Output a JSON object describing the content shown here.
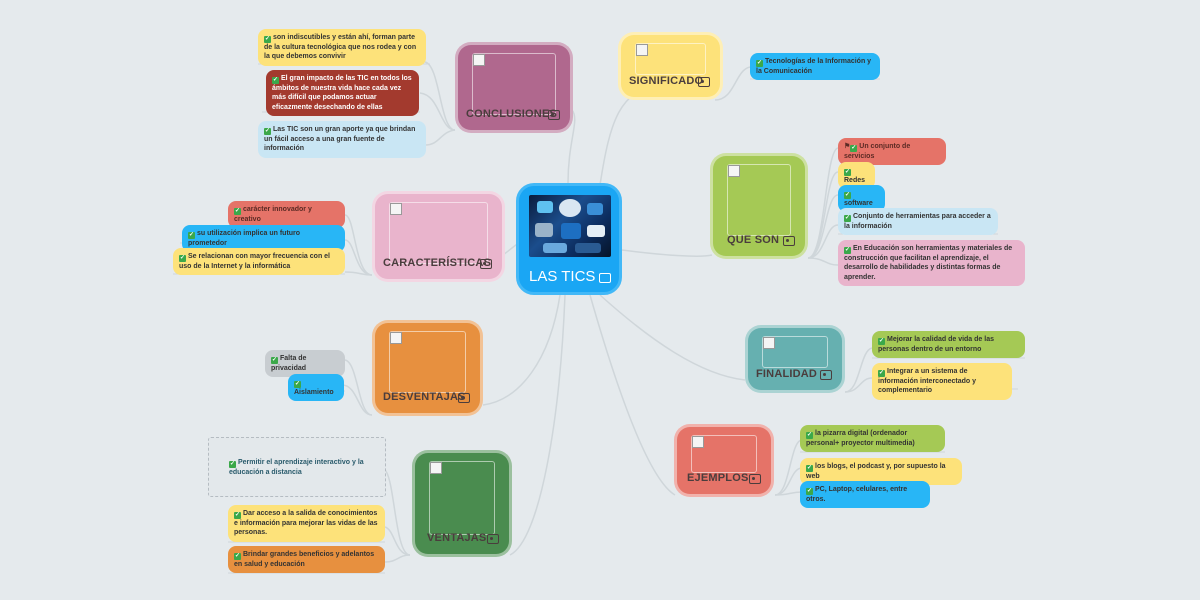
{
  "central": {
    "title": "LAS TICS"
  },
  "topics": {
    "conclusiones": {
      "label": "CONCLUSIONES"
    },
    "significado": {
      "label": "SIGNIFICADO"
    },
    "caracteristicas": {
      "label": "CARACTERÍSTICAS"
    },
    "que_son": {
      "label": "QUE SON"
    },
    "desventajas": {
      "label": "DESVENTAJAS"
    },
    "finalidad": {
      "label": "FINALIDAD"
    },
    "ventajas": {
      "label": "VENTAJAS"
    },
    "ejemplos": {
      "label": "EJEMPLOS"
    }
  },
  "subtopics": {
    "conclusiones": [
      "son indiscutibles y están ahí, forman parte de la cultura tecnológica que nos rodea y con la que debemos convivir",
      "El gran impacto de las TIC en todos los ámbitos de nuestra vida hace cada vez más difícil que podamos actuar eficazmente desechando de ellas",
      "Las TIC son un gran aporte ya que brindan un fácil acceso a una gran fuente de información"
    ],
    "significado": [
      "Tecnologías de la Información y la Comunicación"
    ],
    "caracteristicas": [
      "carácter innovador y creativo",
      "su utilización implica un futuro prometedor",
      "Se relacionan con mayor frecuencia con el uso de la Internet y la informática"
    ],
    "que_son": [
      "Un conjunto de servicios",
      "Redes",
      "software",
      "Conjunto de herramientas para acceder a la información",
      "En Educación son herramientas y materiales de construcción que facilitan el aprendizaje, el desarrollo de habilidades y distintas formas de aprender."
    ],
    "desventajas": [
      "Falta de privacidad",
      "Aislamiento"
    ],
    "finalidad": [
      "Mejorar la calidad de vida de las personas dentro de un entorno",
      "Integrar a un sistema de información interconectado y complementario"
    ],
    "ventajas": [
      "Permitir el aprendizaje interactivo y la educación a distancia",
      "Dar acceso a la salida de conocimientos e información para mejorar las vidas de las personas.",
      "Brindar grandes beneficios y adelantos en salud y educación"
    ],
    "ejemplos": [
      "la pizarra digital (ordenador personal+ proyector multimedia)",
      "los blogs, el podcast y, por supuesto la web",
      "PC, Laptop, celulares, entre otros."
    ]
  },
  "colors": {
    "background": "#e5eaed",
    "central": "#1aa6f4",
    "conclusiones": "#b0688e",
    "significado": "#fde27a",
    "caracteristicas": "#e9b4cc",
    "que_son": "#a5c955",
    "desventajas": "#e7903f",
    "finalidad": "#66b0b0",
    "ventajas": "#4a8c4f",
    "ejemplos": "#e57368"
  },
  "icons": {
    "check": "checkbox-check-icon",
    "image": "image-icon",
    "flag": "flag-icon"
  }
}
